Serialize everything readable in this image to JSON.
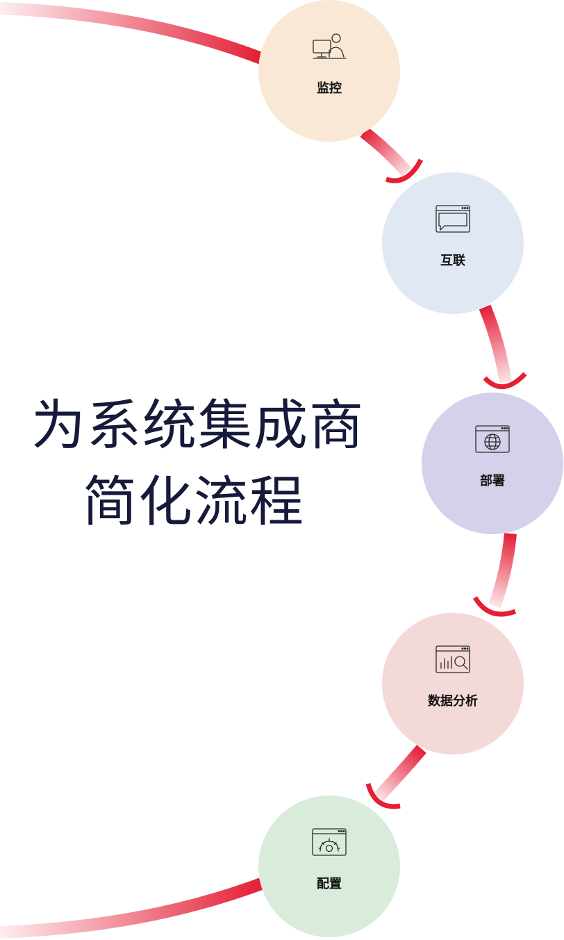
{
  "headline": {
    "line1": "为系统集成商",
    "line2": "简化流程"
  },
  "colors": {
    "arrow": "#e41f36",
    "text": "#161a3a"
  },
  "steps": [
    {
      "label": "监控",
      "icon": "monitor-person-icon",
      "color": "#f9e8d5"
    },
    {
      "label": "互联",
      "icon": "chat-window-icon",
      "color": "#e0e8f4"
    },
    {
      "label": "部署",
      "icon": "globe-window-icon",
      "color": "#d3d2ea"
    },
    {
      "label": "数据分析",
      "icon": "analytics-search-icon",
      "color": "#f3d9d8"
    },
    {
      "label": "配置",
      "icon": "settings-gear-icon",
      "color": "#d9ebda"
    }
  ]
}
